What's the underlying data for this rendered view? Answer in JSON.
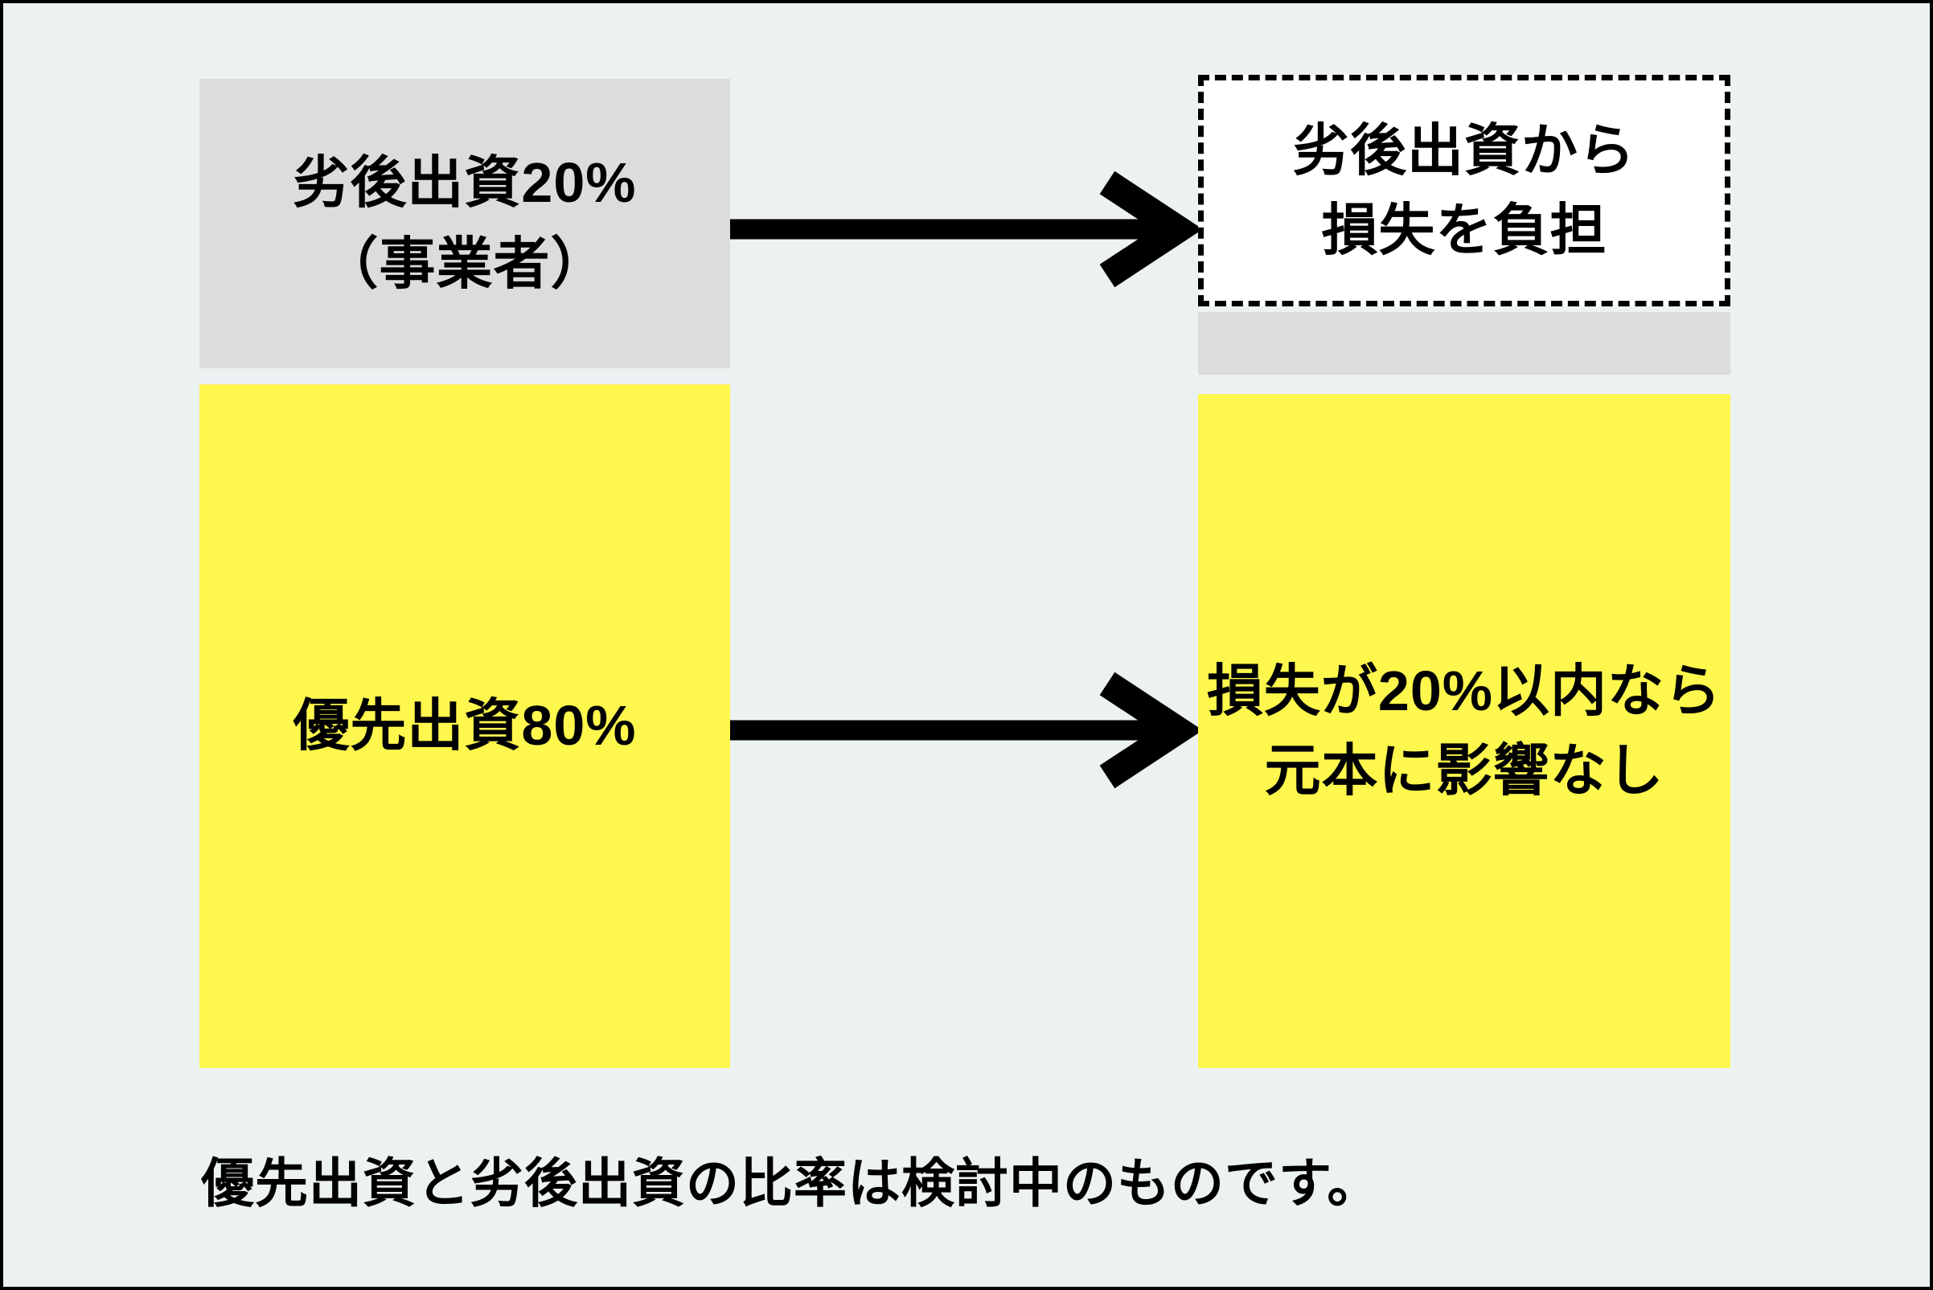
{
  "palette": {
    "background": "#ECF2F1",
    "frame_border": "#000000",
    "gray_box": "#DCDCDD",
    "yellow_box": "#FEF74D",
    "dashed_box_fill": "#FFFFFF",
    "text": "#000000",
    "arrow": "#000000"
  },
  "boxes": {
    "subordinated": {
      "line1": "劣後出資20%",
      "line2": "（事業者）"
    },
    "preferred": {
      "line1": "優先出資80%"
    },
    "loss_burden": {
      "line1": "劣後出資から",
      "line2": "損失を負担"
    },
    "principal": {
      "line1": "損失が20%以内なら",
      "line2": "元本に影響なし"
    }
  },
  "icons": {
    "arrow_top": "right-arrow",
    "arrow_bottom": "right-arrow"
  },
  "caption": "優先出資と劣後出資の比率は検討中のものです。"
}
